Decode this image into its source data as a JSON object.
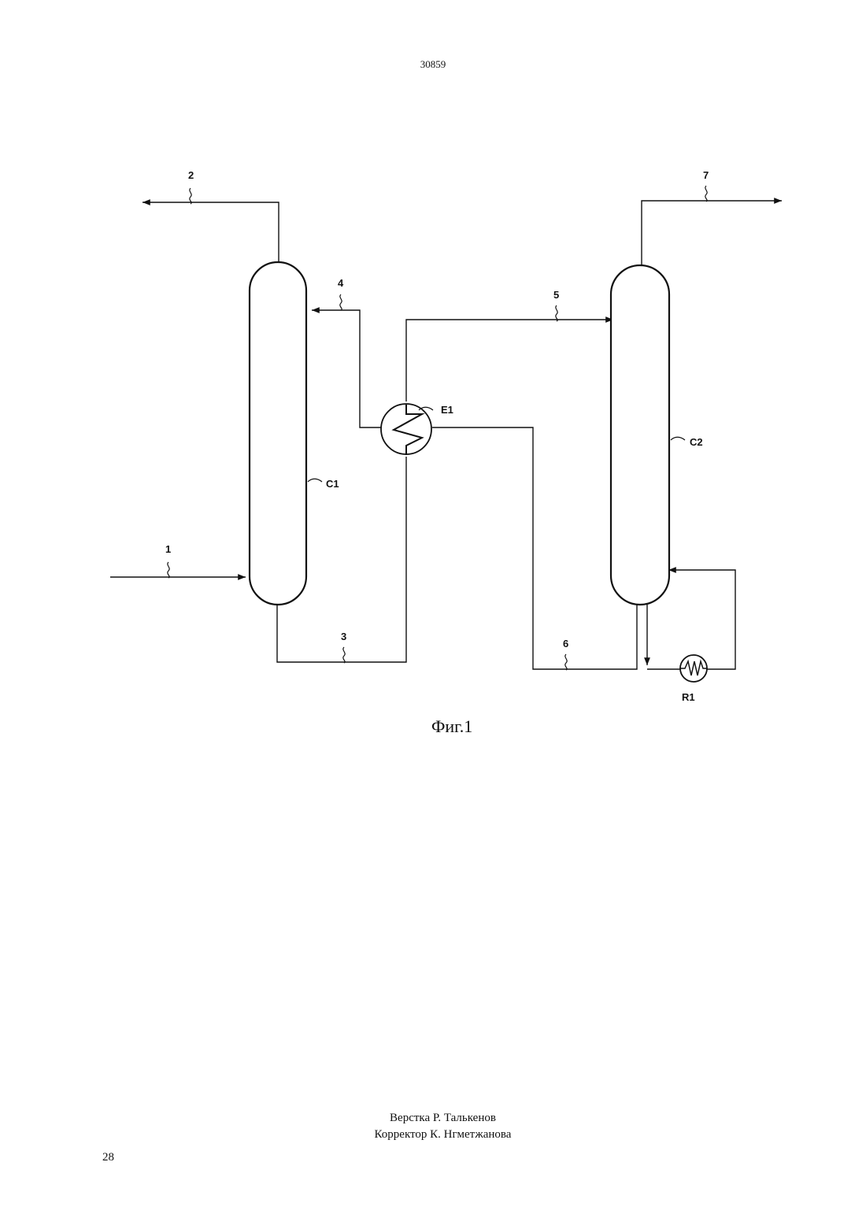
{
  "header": {
    "document_number": "30859"
  },
  "diagram": {
    "streams": {
      "s1": "1",
      "s2": "2",
      "s3": "3",
      "s4": "4",
      "s5": "5",
      "s6": "6",
      "s7": "7"
    },
    "equipment": {
      "c1": "C1",
      "c2": "C2",
      "e1": "E1",
      "r1": "R1"
    },
    "caption": "Фиг.1"
  },
  "footer": {
    "layout_credit": "Верстка Р. Талькенов",
    "proof_credit": "Корректор К. Нгметжанова",
    "page_number": "28"
  }
}
